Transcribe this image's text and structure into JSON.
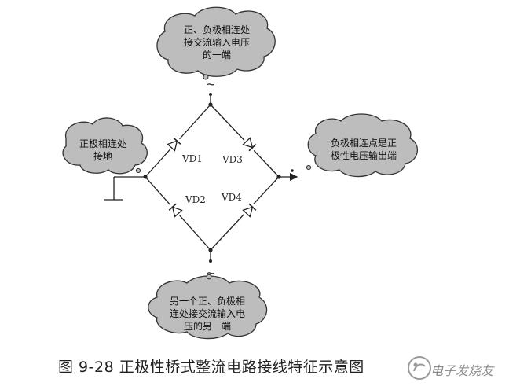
{
  "diagram": {
    "labels": {
      "vd1": "VD1",
      "vd2": "VD2",
      "vd3": "VD3",
      "vd4": "VD4",
      "ac_top": "~",
      "ac_bottom": "~"
    },
    "clouds": {
      "top": [
        "正、负极相连处",
        "接交流输入电压",
        "的一端"
      ],
      "left": [
        "正极相连处",
        "接地"
      ],
      "right": [
        "负极相连点是正",
        "极性电压输出端"
      ],
      "bottom": [
        "另一个正、负极相",
        "连处接交流输入电",
        "压的另一端"
      ]
    }
  },
  "caption": "图 9-28  正极性桥式整流电路接线特征示意图",
  "watermark": "电子发烧友"
}
